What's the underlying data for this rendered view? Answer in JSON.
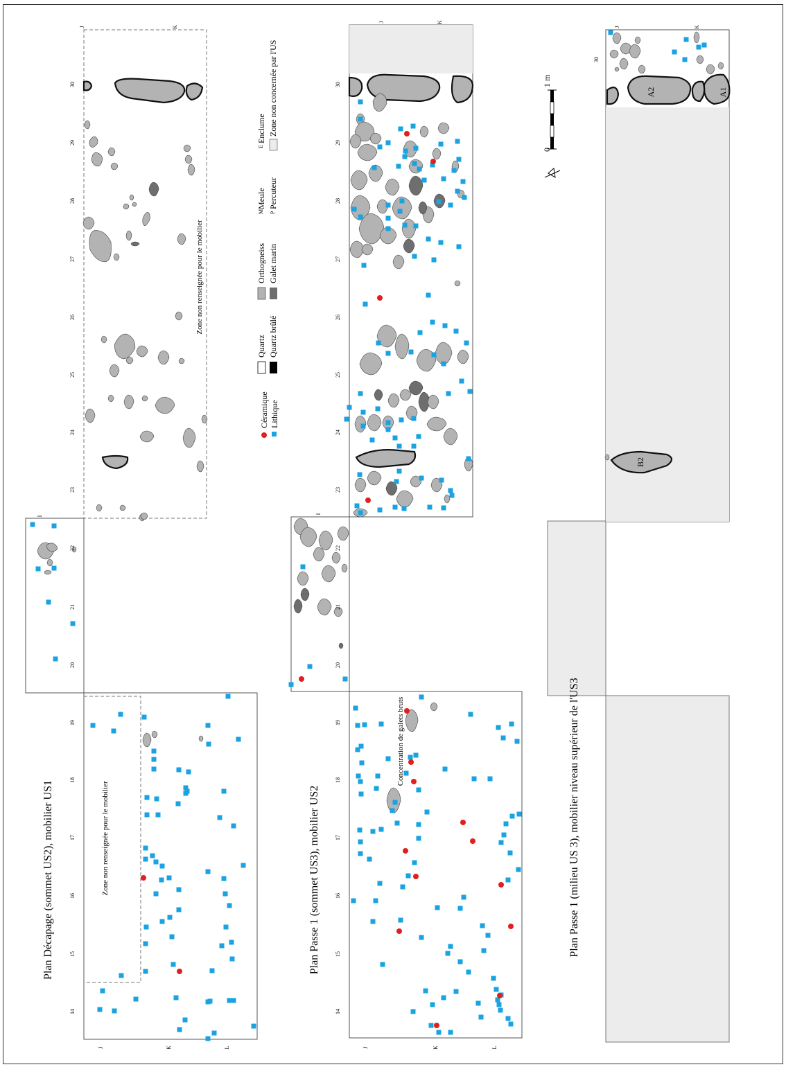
{
  "plans": [
    {
      "id": "p1",
      "title": "Plan Décapage (sommet US2), mobilier US1",
      "note": "Zone non renseignée pour le mobilier",
      "note_lower": "Zone non renseignée pour le mobilier"
    },
    {
      "id": "p2",
      "title": "Plan Passe 1 (sommet US3), mobilier US2",
      "note": "Concentration de galets bruts"
    },
    {
      "id": "p3",
      "title": "Plan Passe 1 (milieu US 3), mobilier niveau supérieur de l'US3",
      "blocks": [
        "A2",
        "A1",
        "B2"
      ]
    }
  ],
  "grid": {
    "numbers": [
      "14",
      "15",
      "16",
      "17",
      "18",
      "19",
      "20",
      "21",
      "22",
      "23",
      "24",
      "25",
      "26",
      "27",
      "28",
      "29",
      "30"
    ],
    "rows": [
      "J",
      "K",
      "L",
      "I"
    ]
  },
  "legend": {
    "items": [
      {
        "key": "ceramique",
        "label": "Céramique",
        "color": "#e02020",
        "shape": "circle"
      },
      {
        "key": "lithique",
        "label": "Lithique",
        "color": "#1aa3e0",
        "shape": "square"
      },
      {
        "key": "quartz",
        "label": "Quartz",
        "color": "#ffffff",
        "shape": "box"
      },
      {
        "key": "quartz_brule",
        "label": "Quartz brûlé",
        "color": "#000000",
        "shape": "box"
      },
      {
        "key": "orthogneiss",
        "label": "Orthogneiss",
        "color": "#b3b3b3",
        "shape": "box"
      },
      {
        "key": "galet_marin",
        "label": "Galet marin",
        "color": "#6e6e6e",
        "shape": "box"
      },
      {
        "key": "meule",
        "prefix": "M",
        "label": "Meule"
      },
      {
        "key": "percuteur",
        "prefix": "P",
        "label": "Percuteur"
      },
      {
        "key": "enclume",
        "prefix": "E",
        "label": "Enclume"
      },
      {
        "key": "zone_non_concernee",
        "label": "Zone non concernée par l'US",
        "color": "#ececec",
        "shape": "box"
      }
    ]
  },
  "scale": {
    "start": "0",
    "end": "1 m"
  },
  "markers": {
    "meule": "M",
    "percuteur": "P",
    "enclume": "E"
  },
  "colors": {
    "stone": "#b3b3b3",
    "dark_stone": "#6e6e6e",
    "ceramic": "#e02020",
    "lithic": "#1aa3e0",
    "shade": "#ececec"
  }
}
